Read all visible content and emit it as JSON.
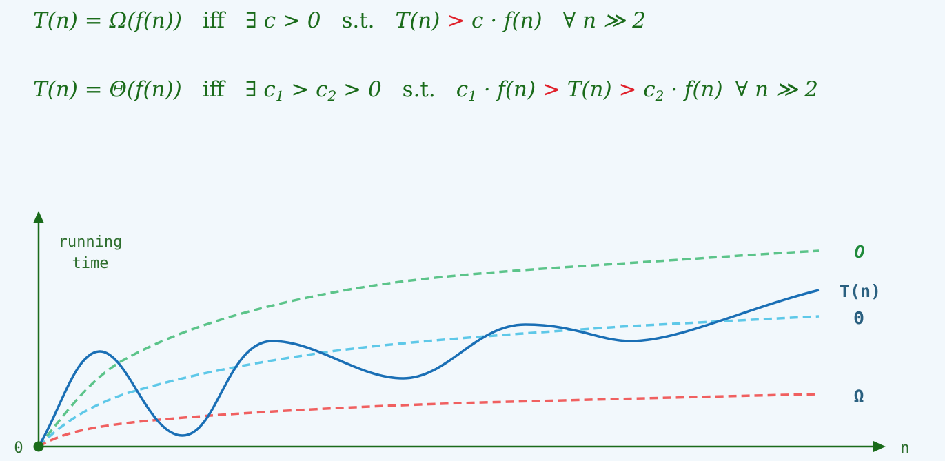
{
  "formulas": {
    "omega": {
      "lhs": "T(n) = Ω(f(n))",
      "iff": "iff",
      "cond": "∃ c > 0",
      "st": "s.t.",
      "ineq_a": "T(n) ",
      "gt": ">",
      "ineq_b": " c · f(n)",
      "forall": "∀ n ≫ 2"
    },
    "theta": {
      "lhs": "T(n) = Θ(f(n))",
      "iff": "iff",
      "cond_a": "∃ c",
      "cond_sub1": "1",
      "cond_b": " > c",
      "cond_sub2": "2",
      "cond_c": " > 0",
      "st": "s.t.",
      "c1": "c",
      "c1_sub": "1",
      "c1_rest": " · f(n) ",
      "gt1": ">",
      "mid": " T(n) ",
      "gt2": ">",
      "c2": " c",
      "c2_sub": "2",
      "c2_rest": " · f(n)",
      "forall": "∀ n ≫ 2"
    }
  },
  "chart": {
    "y_label_line1": "running",
    "y_label_line2": "time",
    "x_label": "n",
    "origin_label": "0",
    "labels": {
      "O": "O",
      "T": "T(n)",
      "Theta": "Θ",
      "Omega": "Ω"
    },
    "colors": {
      "O": "#5cc48a",
      "T": "#1a6fb5",
      "Theta": "#5ec8e8",
      "Omega": "#f06060",
      "axis": "#1a6b1a",
      "label_text": "#2a6080"
    }
  }
}
